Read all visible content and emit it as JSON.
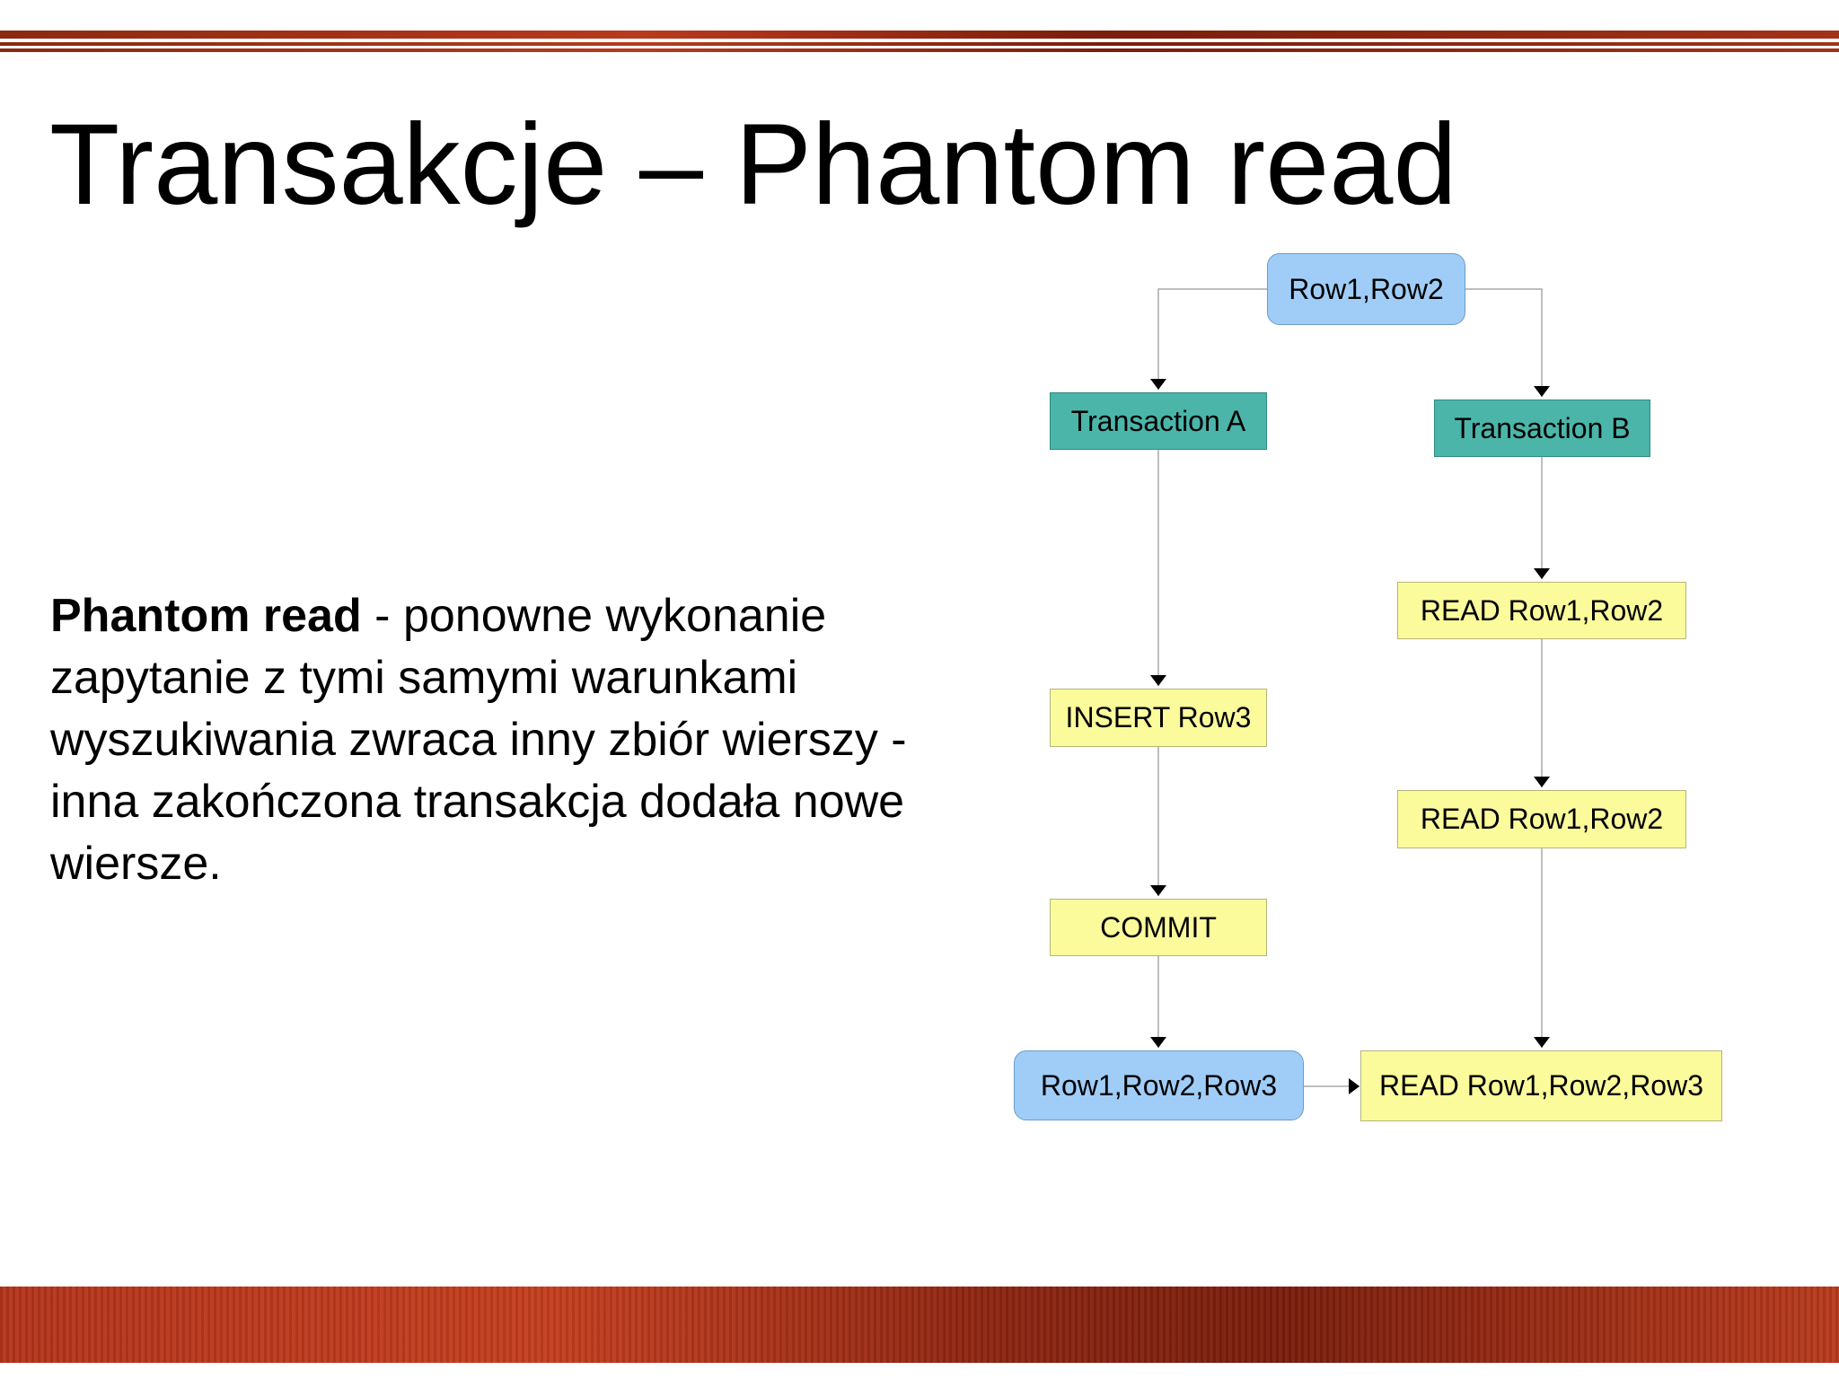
{
  "title": "Transakcje – Phantom read",
  "body": {
    "term": "Phantom read",
    "definition": " - ponowne wykonanie zapytanie z tymi samymi warunkami wyszukiwania zwraca inny zbiór wierszy - inna zakończona transakcja dodała nowe wiersze."
  },
  "diagram": {
    "start": "Row1,Row2",
    "transaction_a": "Transaction A",
    "transaction_b": "Transaction B",
    "a_insert": "INSERT Row3",
    "a_commit": "COMMIT",
    "a_result": "Row1,Row2,Row3",
    "b_read1": "READ Row1,Row2",
    "b_read2": "READ Row1,Row2",
    "b_read3": "READ Row1,Row2,Row3"
  },
  "colors": {
    "data_node": "#9fcdf8",
    "transaction_node": "#4bb5aa",
    "step_node": "#fbfb9c",
    "accent_bar": "#b3341a"
  }
}
